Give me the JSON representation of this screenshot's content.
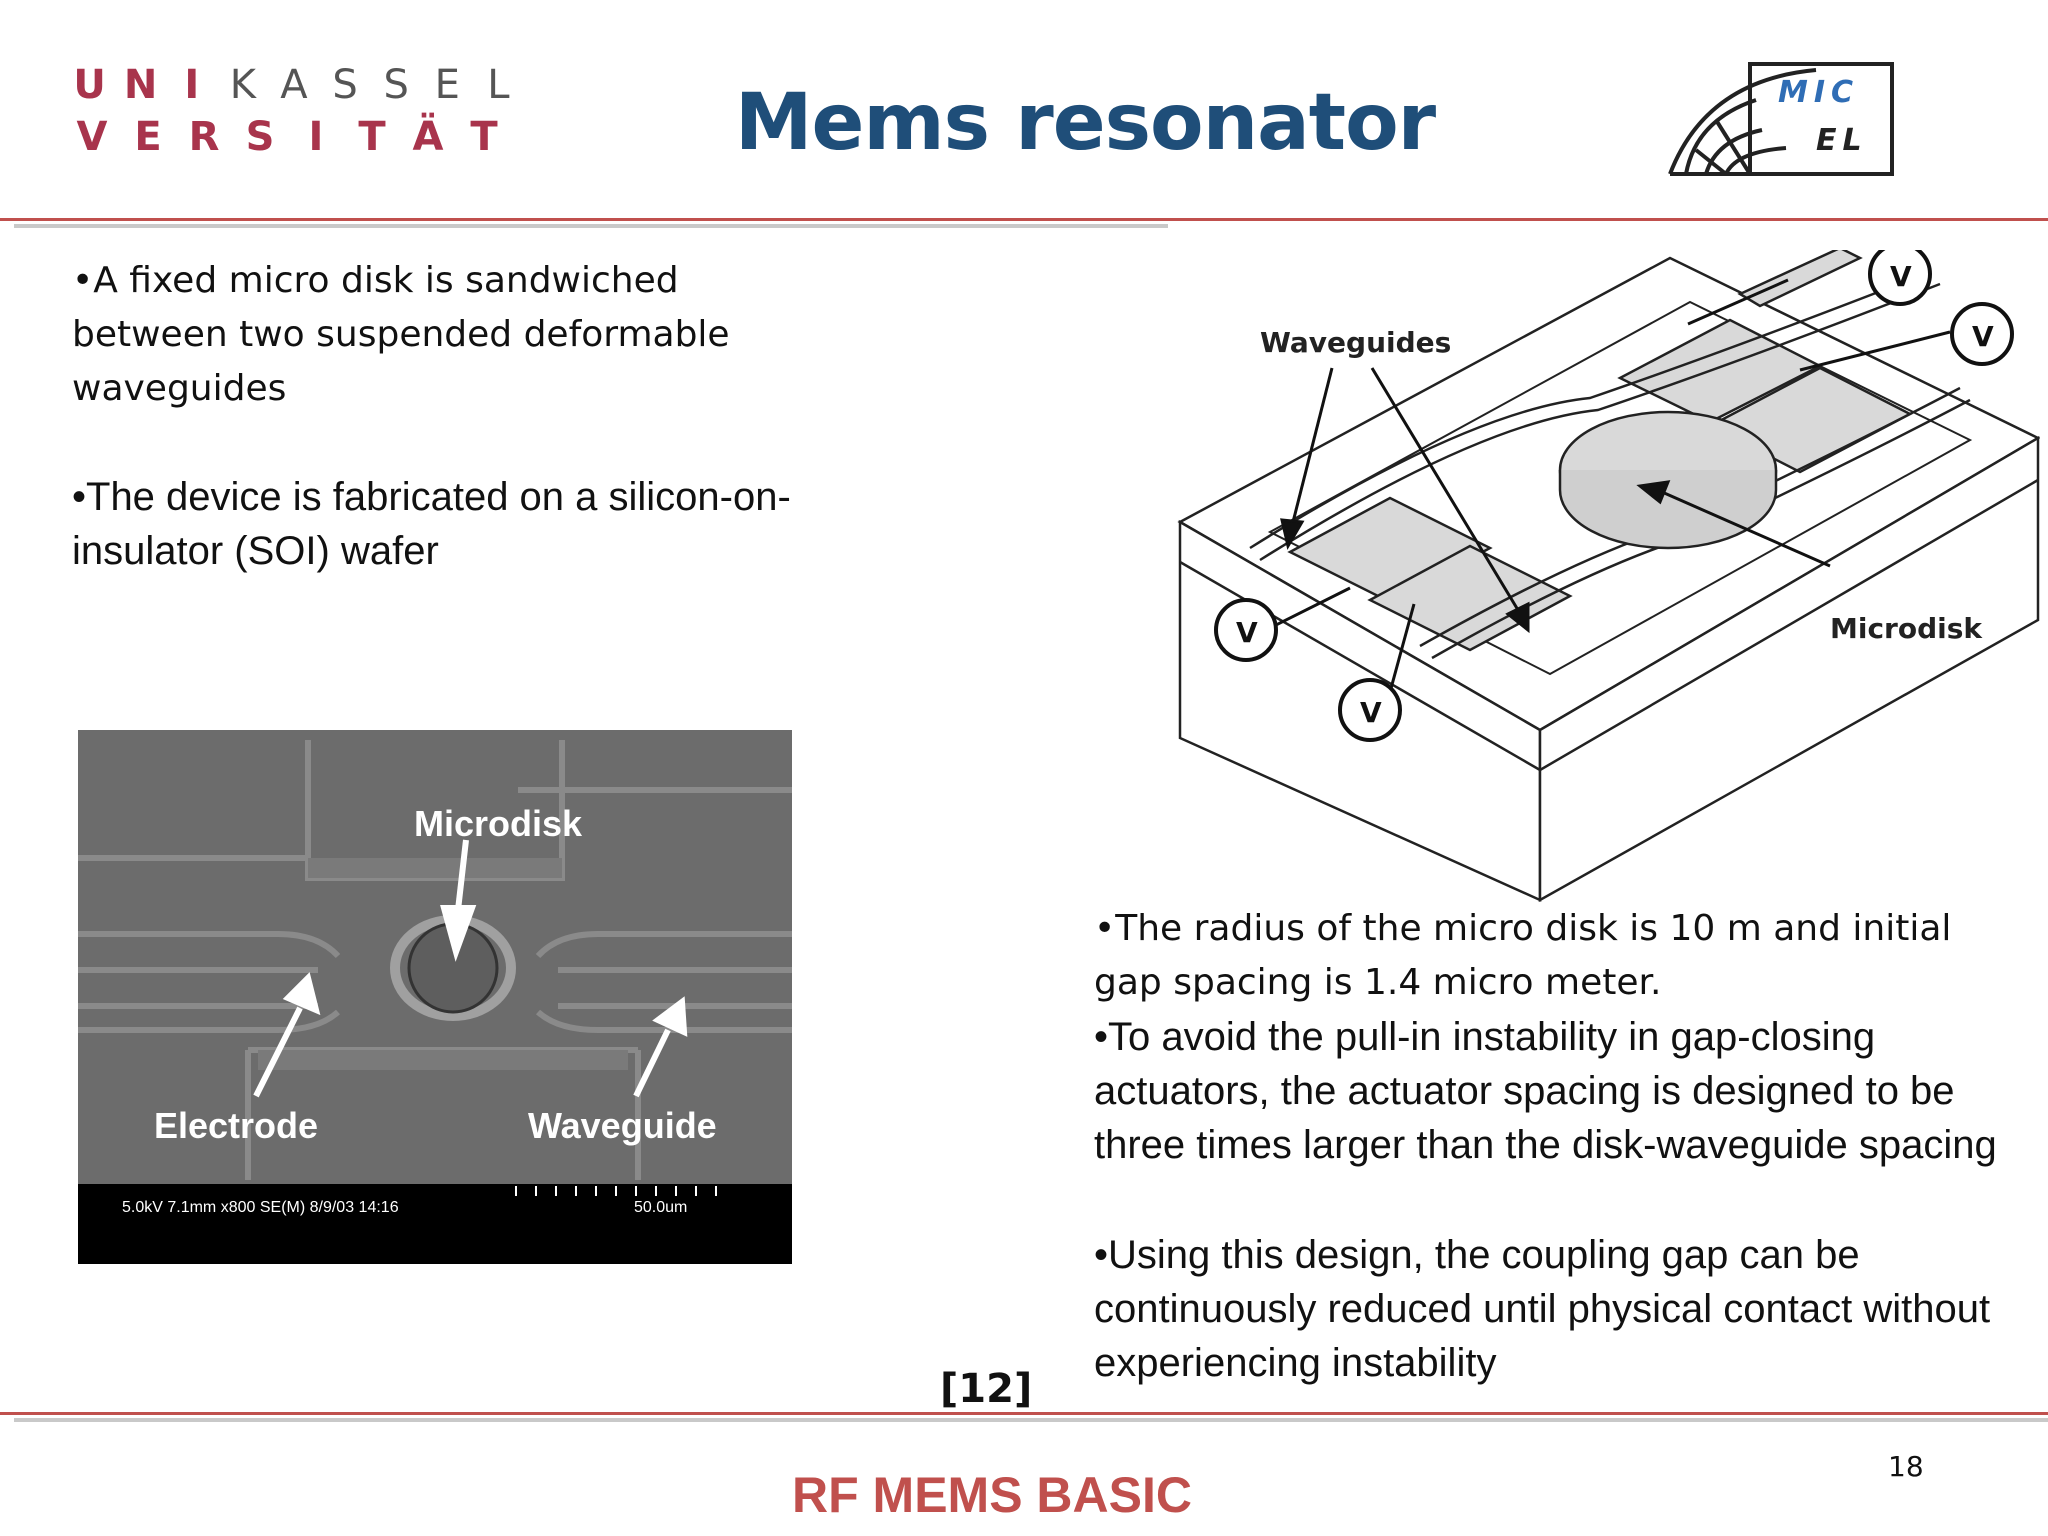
{
  "header": {
    "university_row1": [
      "U",
      "N",
      "I",
      "K",
      "A",
      "S",
      "S",
      "E",
      "L"
    ],
    "university_row2": [
      "V",
      "E",
      "R",
      "S",
      "I",
      "T",
      "Ä",
      "T"
    ],
    "title": "Mems resonator",
    "logo_text_1": "MIC",
    "logo_text_2": "EL"
  },
  "left": {
    "bullet1": "•A fixed micro disk is sandwiched between two suspended deformable waveguides",
    "bullet2": "•The device is fabricated on a silicon-on-insulator (SOI) wafer"
  },
  "sem_image": {
    "label_microdisk": "Microdisk",
    "label_electrode": "Electrode",
    "label_waveguide": "Waveguide",
    "info_text": "5.0kV 7.1mm x800 SE(M) 8/9/03 14:16",
    "scale_text": "50.0um"
  },
  "diagram": {
    "label_waveguides": "Waveguides",
    "label_microdisk": "Microdisk",
    "voltage_symbol": "V"
  },
  "right": {
    "bullet1": "•The radius of the micro disk is 10 m and initial gap spacing is 1.4 micro meter.",
    "bullet2": "•To avoid the pull-in instability in gap-closing actuators, the actuator spacing is designed to be three times larger than the disk-waveguide spacing",
    "bullet3": "•Using this design, the coupling gap can be continuously reduced until physical contact without experiencing instability"
  },
  "citation": "[12]",
  "page_number": "18",
  "footer": "RF  MEMS BASIC",
  "colors": {
    "title": "#1f4e79",
    "accent_red": "#c0504d",
    "logo_red": "#a8344c"
  }
}
